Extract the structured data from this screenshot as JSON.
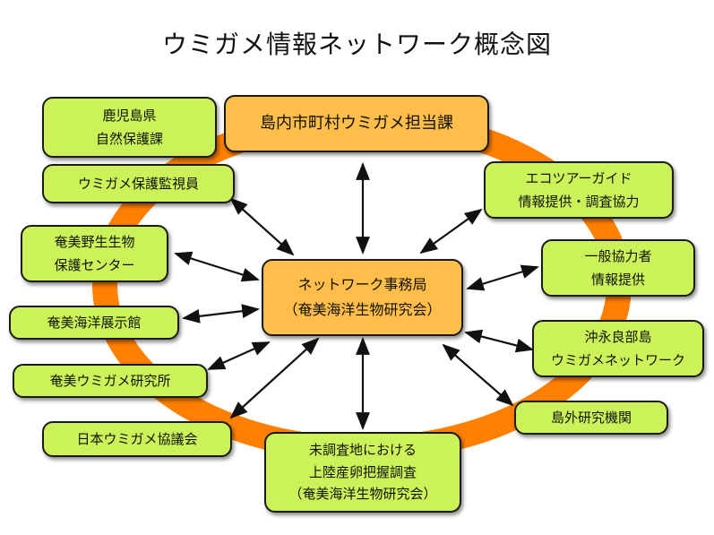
{
  "title": "ウミガメ情報ネットワーク概念図",
  "colors": {
    "ring": "#ff7f00",
    "green_box": "#ccf25a",
    "orange_box": "#ffbd4a",
    "border": "#1a1a1a"
  },
  "nodes": {
    "center": [
      "ネットワーク事務局",
      "（奄美海洋生物研究会）"
    ],
    "top": [
      "島内市町村ウミガメ担当課"
    ],
    "kagoshima": [
      "鹿児島県",
      "自然保護課"
    ],
    "monitor": [
      "ウミガメ保護監視員"
    ],
    "wildlife": [
      "奄美野生生物",
      "保護センター"
    ],
    "museum": [
      "奄美海洋展示館"
    ],
    "amami_lab": [
      "奄美ウミガメ研究所"
    ],
    "japan_assoc": [
      "日本ウミガメ協議会"
    ],
    "survey": [
      "未調査地における",
      "上陸産卵把握調査",
      "（奄美海洋生物研究会）"
    ],
    "outside": [
      "島外研究機関"
    ],
    "okinoerabu": [
      "沖永良部島",
      "ウミガメネットワーク"
    ],
    "general": [
      "一般協力者",
      "情報提供"
    ],
    "guides": [
      "エコツアーガイド",
      "情報提供・調査協力"
    ]
  }
}
